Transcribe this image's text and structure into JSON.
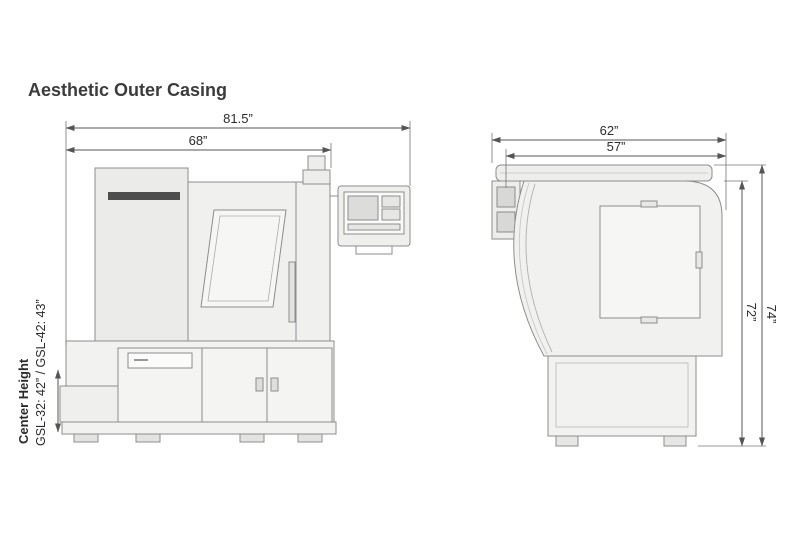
{
  "title": "Aesthetic Outer Casing",
  "front_view": {
    "dim_overall_width": "81.5”",
    "dim_body_width": "68”",
    "center_height_label": "Center Height",
    "center_height_values": "GSL-32: 42” / GSL-42: 43”"
  },
  "side_view": {
    "dim_overall_depth": "62”",
    "dim_body_depth": "57”",
    "dim_body_height": "72”",
    "dim_overall_height": "74”"
  }
}
